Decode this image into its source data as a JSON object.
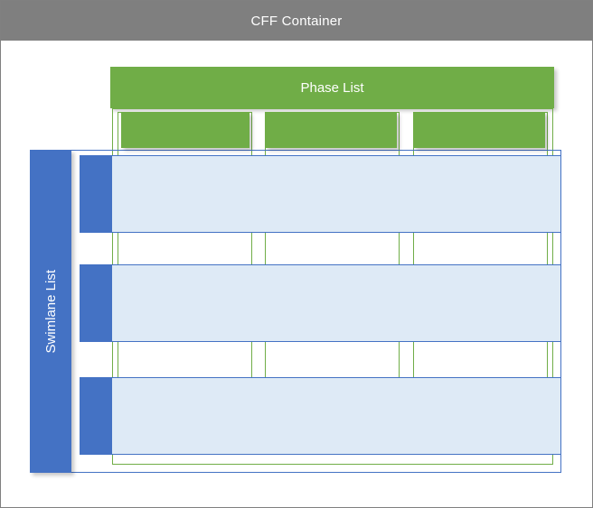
{
  "diagram": {
    "type": "swimlane-phase-matrix",
    "container": {
      "title": "CFF Container",
      "header_color": "#7f7f7f",
      "header_text_color": "#ffffff",
      "border_color": "#808080",
      "background": "#ffffff"
    },
    "phase_list": {
      "title": "Phase List",
      "color": "#70ad47",
      "text_color": "#ffffff",
      "columns": [
        {
          "label": "",
          "name": "phase-column-1"
        },
        {
          "label": "",
          "name": "phase-column-2"
        },
        {
          "label": "",
          "name": "phase-column-3"
        }
      ]
    },
    "swimlane_list": {
      "title": "Swimlane List",
      "color": "#4472c4",
      "text_color": "#ffffff",
      "cell_fill": "#deeaf6",
      "rows": [
        {
          "label": "",
          "name": "swimlane-row-1"
        },
        {
          "label": "",
          "name": "swimlane-row-2"
        },
        {
          "label": "",
          "name": "swimlane-row-3"
        }
      ]
    }
  }
}
